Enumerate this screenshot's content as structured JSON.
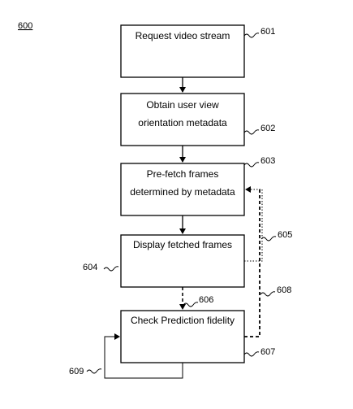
{
  "figure_number": "600",
  "boxes": [
    {
      "ref": "601",
      "lines": [
        "Request video stream"
      ]
    },
    {
      "ref": "602",
      "lines": [
        "Obtain user view",
        "orientation metadata"
      ]
    },
    {
      "ref": "603",
      "lines": [
        "Pre-fetch frames",
        "determined by metadata"
      ]
    },
    {
      "ref": "604",
      "lines": [
        "Display fetched frames"
      ]
    },
    {
      "ref": "607",
      "lines": [
        "Check Prediction fidelity"
      ]
    }
  ],
  "connector_refs": {
    "dashed_down": "606",
    "dotted_feedback": "605",
    "dashed_feedback": "608",
    "self_loop": "609"
  },
  "colors": {
    "stroke": "#000000",
    "background": "#ffffff"
  }
}
